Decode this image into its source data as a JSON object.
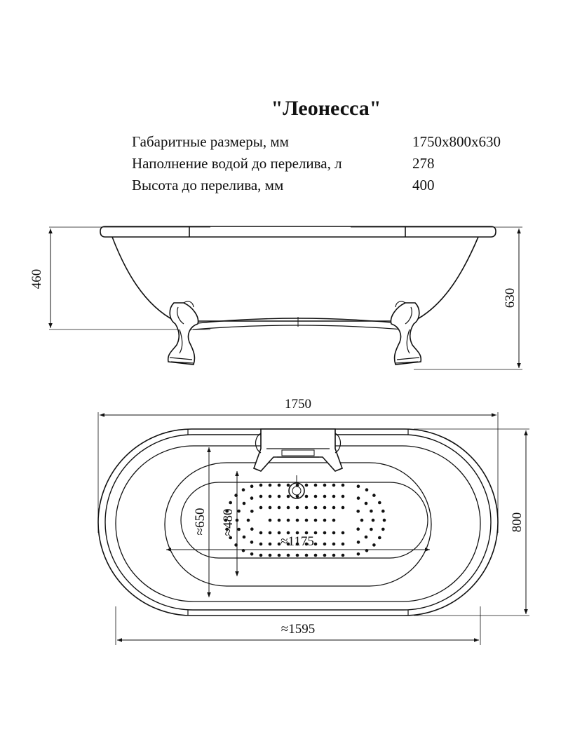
{
  "title": "\"Леонесса\"",
  "specs": [
    {
      "label": "Габаритные размеры, мм",
      "value": "1750x800x630"
    },
    {
      "label": "Наполнение водой до перелива, л",
      "value": "278"
    },
    {
      "label": "Высота до перелива, мм",
      "value": "400"
    }
  ],
  "side_view": {
    "overflow_height": "460",
    "total_height": "630"
  },
  "top_view": {
    "total_length": "1750",
    "total_width": "800",
    "inner_length": "≈1595",
    "bowl_width": "≈650",
    "jets_width": "≈480",
    "jets_length": "≈1175"
  }
}
